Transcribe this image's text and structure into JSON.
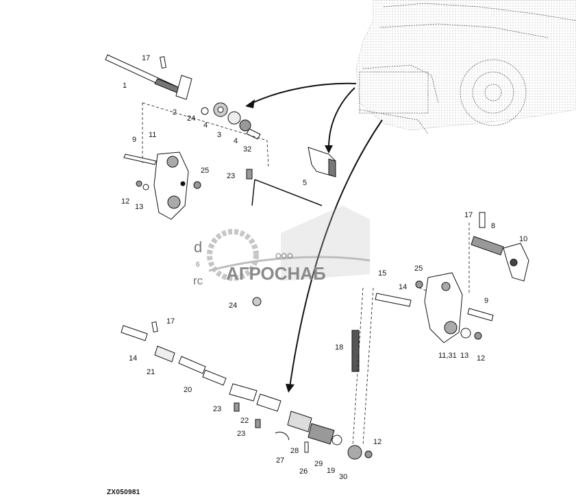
{
  "figure": {
    "id": "ZX050981"
  },
  "watermark": {
    "small_text": "ООО",
    "brand_text": "АГРОСНАБ"
  },
  "partial_text": {
    "left_a": "d",
    "left_b": "6",
    "left_c": "rc"
  },
  "callouts": [
    {
      "label": "1"
    },
    {
      "label": "17"
    },
    {
      "label": "2"
    },
    {
      "label": "24"
    },
    {
      "label": "4"
    },
    {
      "label": "3"
    },
    {
      "label": "4"
    },
    {
      "label": "32"
    },
    {
      "label": "9"
    },
    {
      "label": "11"
    },
    {
      "label": "25"
    },
    {
      "label": "23"
    },
    {
      "label": "12"
    },
    {
      "label": "13"
    },
    {
      "label": "5"
    },
    {
      "label": "17"
    },
    {
      "label": "8"
    },
    {
      "label": "10"
    },
    {
      "label": "15"
    },
    {
      "label": "14"
    },
    {
      "label": "25"
    },
    {
      "label": "9"
    },
    {
      "label": "11,31"
    },
    {
      "label": "13"
    },
    {
      "label": "12"
    },
    {
      "label": "24"
    },
    {
      "label": "18"
    },
    {
      "label": "17"
    },
    {
      "label": "14"
    },
    {
      "label": "21"
    },
    {
      "label": "20"
    },
    {
      "label": "23"
    },
    {
      "label": "22"
    },
    {
      "label": "23"
    },
    {
      "label": "27"
    },
    {
      "label": "28"
    },
    {
      "label": "26"
    },
    {
      "label": "29"
    },
    {
      "label": "19"
    },
    {
      "label": "30"
    },
    {
      "label": "12"
    }
  ],
  "colors": {
    "line": "#111111",
    "watermark": "#9a9a9a",
    "background": "#ffffff"
  }
}
